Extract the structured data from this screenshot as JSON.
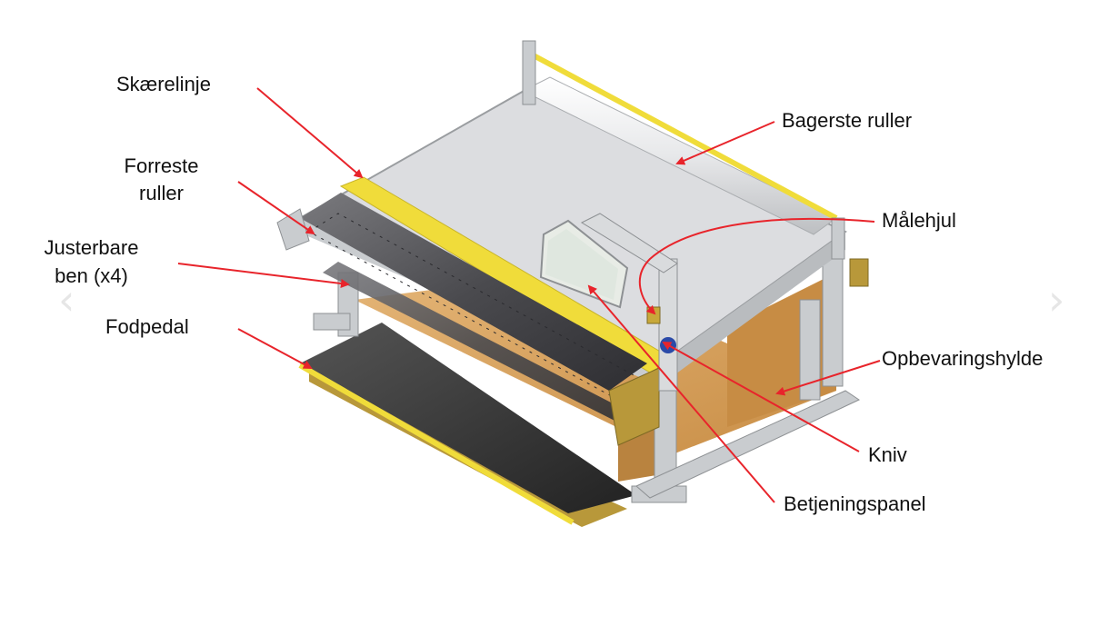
{
  "labels": {
    "cut_line": "Skærelinje",
    "front_rollers_line1": "Forreste",
    "front_rollers_line2": "ruller",
    "legs_line1": "Justerbare",
    "legs_line2": "ben (x4)",
    "foot_pedal": "Fodpedal",
    "rear_rollers": "Bagerste ruller",
    "measuring_wheel": "Målehjul",
    "storage_shelf": "Opbevaringshylde",
    "knife": "Kniv",
    "control_panel": "Betjeningspanel"
  },
  "nav": {
    "prev_icon": "chevron-left-icon",
    "next_icon": "chevron-right-icon"
  },
  "colors": {
    "arrow": "#e8242b",
    "yellow": "#f0dc3a",
    "frame": "#c9cccf",
    "table_top": "#dcdde0",
    "wood": "#d9a15a",
    "roller": "#5a5a5e",
    "text": "#111111"
  }
}
